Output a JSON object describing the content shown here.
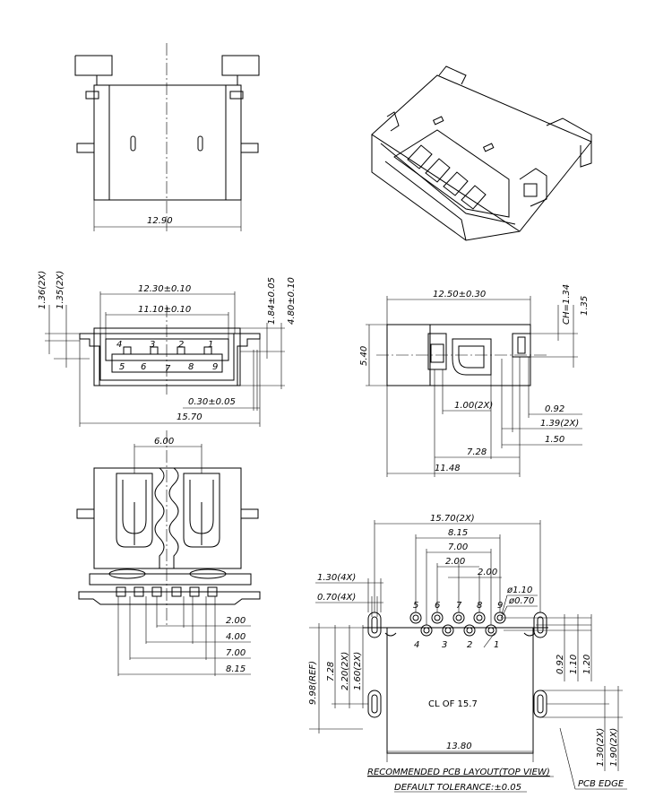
{
  "top_view": {
    "width": "12.90"
  },
  "front_view": {
    "d1": "12.30±0.10",
    "d2": "11.10±0.10",
    "d3": "15.70",
    "d4": "0.30±0.05",
    "d5": "1.36(2X)",
    "d6": "1.35(2X)",
    "d7": "1.84±0.05",
    "d8": "4.80±0.10",
    "pins_top": [
      "4",
      "3",
      "2",
      "1"
    ],
    "pins_bottom": [
      "5",
      "6",
      "7",
      "8",
      "9"
    ]
  },
  "side_view": {
    "d1": "12.50±0.30",
    "d2": "5.40",
    "d3": "CH=1.34",
    "d4": "1.35",
    "d5": "1.00(2X)",
    "d6": "0.92",
    "d7": "1.39(2X)",
    "d8": "1.50",
    "d9": "7.28",
    "d10": "11.48"
  },
  "bottom_view": {
    "d1": "6.00",
    "d2": "2.00",
    "d3": "4.00",
    "d4": "7.00",
    "d5": "8.15"
  },
  "pcb_layout": {
    "d_top": "15.70(2X)",
    "d_815": "8.15",
    "d_700": "7.00",
    "d_200a": "2.00",
    "d_200b": "2.00",
    "d_130": "1.30(4X)",
    "d_070": "0.70(4X)",
    "d_110": "ø1.10",
    "d_070b": "ø0.70",
    "d_998": "9.98(REF)",
    "d_728": "7.28",
    "d_220": "2.20(2X)",
    "d_160": "1.60(2X)",
    "d_092": "0.92",
    "d_110b": "1.10",
    "d_120": "1.20",
    "d_1380": "13.80",
    "d_130b": "1.30(2X)",
    "d_190": "1.90(2X)",
    "center_label": "CL  OF  15.7",
    "pins_top": [
      "5",
      "6",
      "7",
      "8",
      "9"
    ],
    "pins_bottom": [
      "4",
      "3",
      "2",
      "1"
    ],
    "pcb_edge": "PCB  EDGE"
  },
  "notes": {
    "line1": "RECOMMENDED  PCB  LAYOUT(TOP  VIEW)",
    "line2": "DEFAULT  TOLERANCE:±0.05"
  }
}
